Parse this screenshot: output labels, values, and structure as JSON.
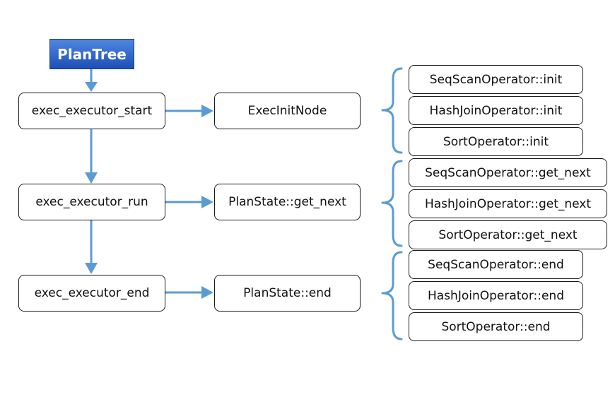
{
  "colors": {
    "arrow": "#5b9bd5",
    "root_top": "#4f86e0",
    "root_bottom": "#1d4fb8"
  },
  "root": {
    "label": "PlanTree"
  },
  "stages": [
    {
      "label": "exec_executor_start",
      "call": "ExecInitNode",
      "operators": [
        "SeqScanOperator::init",
        "HashJoinOperator::init",
        "SortOperator::init"
      ]
    },
    {
      "label": "exec_executor_run",
      "call": "PlanState::get_next",
      "operators": [
        "SeqScanOperator::get_next",
        "HashJoinOperator::get_next",
        "SortOperator::get_next"
      ]
    },
    {
      "label": "exec_executor_end",
      "call": "PlanState::end",
      "operators": [
        "SeqScanOperator::end",
        "HashJoinOperator::end",
        "SortOperator::end"
      ]
    }
  ]
}
